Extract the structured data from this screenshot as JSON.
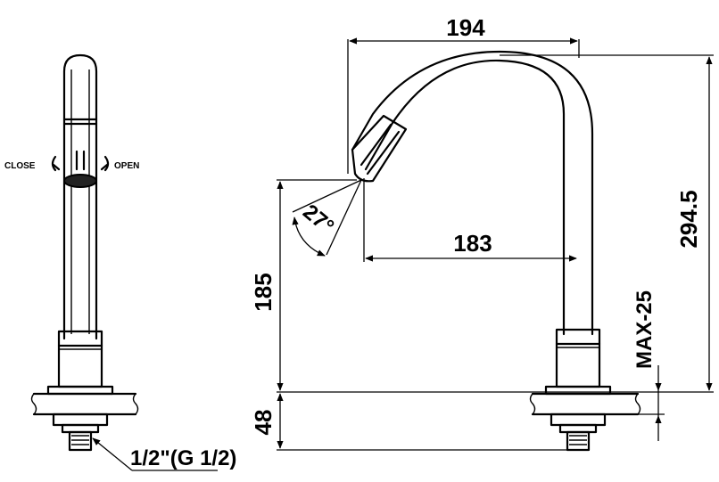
{
  "dimensions": {
    "total_width": "194",
    "spout_reach": "183",
    "total_height": "294.5",
    "outlet_height": "185",
    "angle": "27°",
    "max_thickness": "MAX-25",
    "below_mount": "48"
  },
  "side_view": {
    "close_label": "CLOSE",
    "open_label": "OPEN",
    "thread_label": "1/2\"(G 1/2)"
  },
  "colors": {
    "line": "#000000",
    "background": "#ffffff"
  }
}
